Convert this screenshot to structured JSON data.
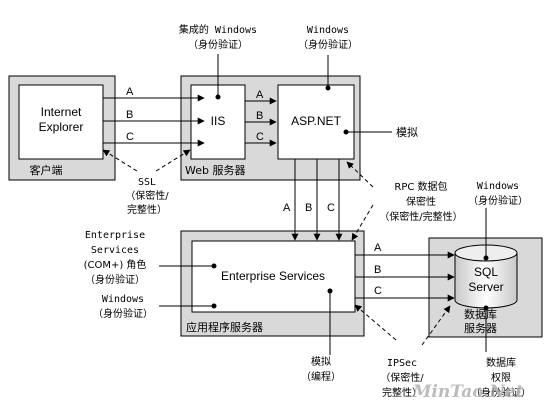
{
  "client": {
    "ie_label_1": "Internet",
    "ie_label_2": "Explorer",
    "caption": "客户端",
    "ssl_1": "SSL",
    "ssl_2": "（保密性/",
    "ssl_3": "完整性）"
  },
  "web": {
    "iis": "IIS",
    "aspnet": "ASP.NET",
    "caption": "Web 服务器",
    "integrated_1": "集成的 Windows",
    "integrated_2": "（身份验证）",
    "win_1": "Windows",
    "win_2": "（身份验证）",
    "impersonate": "模拟"
  },
  "arrows": {
    "a": "A",
    "b": "B",
    "c": "C"
  },
  "rpc": {
    "line_1": "RPC 数据包",
    "line_2": "保密性",
    "line_3": "（保密性/完整性）"
  },
  "app": {
    "es": "Enterprise Services",
    "caption": "应用程序服务器",
    "es_auth_1": "Enterprise",
    "es_auth_2": "Services",
    "es_auth_3": "(COM+) 角色",
    "es_auth_4": "（身份验证）",
    "win_1": "Windows",
    "win_2": "（身份验证）",
    "imp_1": "模拟",
    "imp_2": "（编程）"
  },
  "db": {
    "sql_1": "SQL",
    "sql_2": "Server",
    "caption_1": "数据库",
    "caption_2": "服务器",
    "win_1": "Windows",
    "win_2": "（身份验证）",
    "perm_1": "数据库",
    "perm_2": "权限",
    "perm_3": "（身份验证）"
  },
  "ipsec": {
    "line_1": "IPSec",
    "line_2": "（保密性/",
    "line_3": "完整性）"
  },
  "watermark": "MinTao.Net"
}
